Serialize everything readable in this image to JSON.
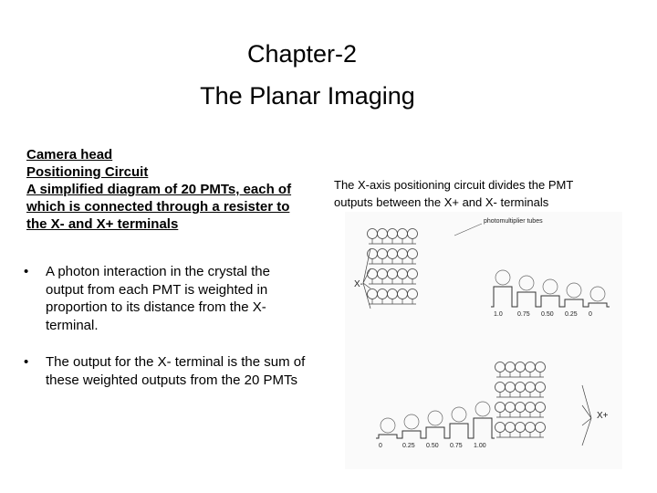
{
  "slide": {
    "title_line1": "Chapter-2",
    "title_line2": "The Planar Imaging",
    "heading_lines": [
      "Camera head",
      "Positioning Circuit",
      "A simplified diagram of 20 PMTs, each of",
      "which is connected through a resister to",
      "the X- and X+ terminals"
    ],
    "bullet_symbol": "•",
    "bullets": [
      {
        "lines": [
          "A photon interaction in the crystal the",
          "output from each PMT is weighted in",
          "proportion to its distance from the X-",
          "terminal."
        ]
      },
      {
        "lines": [
          "The output for the X- terminal is the sum of",
          "these weighted outputs from the 20 PMTs"
        ]
      }
    ],
    "caption_lines": [
      "The X-axis positioning circuit divides the PMT",
      "outputs between the X+ and X- terminals"
    ]
  },
  "figure": {
    "label_pmt": "photomultiplier tubes",
    "terminal_minus": "X-",
    "terminal_plus": "X+",
    "weights_top": [
      "1.0",
      "0.75",
      "0.50",
      "0.25",
      "0"
    ],
    "weights_bottom": [
      "0",
      "0.25",
      "0.50",
      "0.75",
      "1.00"
    ]
  }
}
